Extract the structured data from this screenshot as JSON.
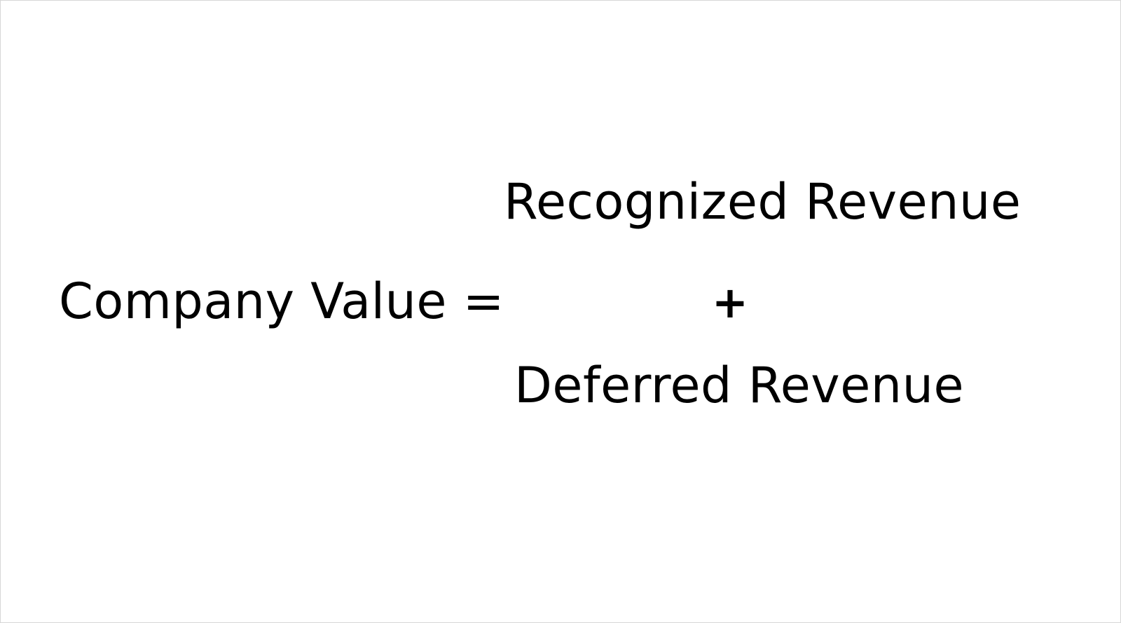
{
  "equation": {
    "lhs": "Company Value =",
    "top_term": "Recognized Revenue",
    "operator": "+",
    "bottom_term": "Deferred Revenue"
  },
  "colors": {
    "text": "#000000",
    "background": "#ffffff",
    "border": "#d6d6d6"
  }
}
